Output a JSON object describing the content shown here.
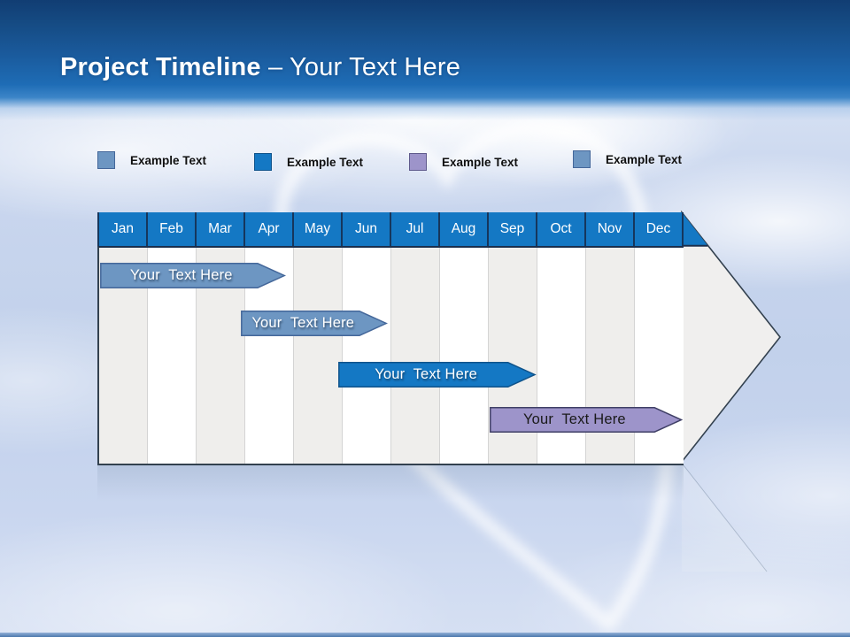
{
  "slide": {
    "title_bold": "Project Timeline ",
    "title_light": "– Your Text Here"
  },
  "legend": {
    "items": [
      {
        "label": "Example Text",
        "color": "#6d96c2",
        "border": "#44679a"
      },
      {
        "label": "Example Text",
        "color": "#1478c4",
        "border": "#0f538b"
      },
      {
        "label": "Example Text",
        "color": "#9d94ca",
        "border": "#5f5a8c"
      },
      {
        "label": "Example Text",
        "color": "#6d96c2",
        "border": "#44679a"
      }
    ]
  },
  "timeline": {
    "months": [
      "Jan",
      "Feb",
      "Mar",
      "Apr",
      "May",
      "Jun",
      "Jul",
      "Aug",
      "Sep",
      "Oct",
      "Nov",
      "Dec"
    ],
    "header_color": "#1478c4",
    "tasks": [
      {
        "label": "Your  Text Here",
        "row": 0,
        "start_month": 0.05,
        "end_month": 3.85,
        "fill": "#6d96c2",
        "stroke": "#44679a",
        "text_color": "#ffffff"
      },
      {
        "label": "Your  Text Here",
        "row": 1,
        "start_month": 2.95,
        "end_month": 5.95,
        "fill": "#6d96c2",
        "stroke": "#44679a",
        "text_color": "#ffffff"
      },
      {
        "label": "Your  Text Here",
        "row": 2,
        "start_month": 4.95,
        "end_month": 9.0,
        "fill": "#1478c4",
        "stroke": "#0f538b",
        "text_color": "#ffffff"
      },
      {
        "label": "Your  Text Here",
        "row": 3,
        "start_month": 8.05,
        "end_month": 12.0,
        "fill": "#9d94ca",
        "stroke": "#3f3f66",
        "text_color": "#1a1a1a"
      }
    ]
  }
}
